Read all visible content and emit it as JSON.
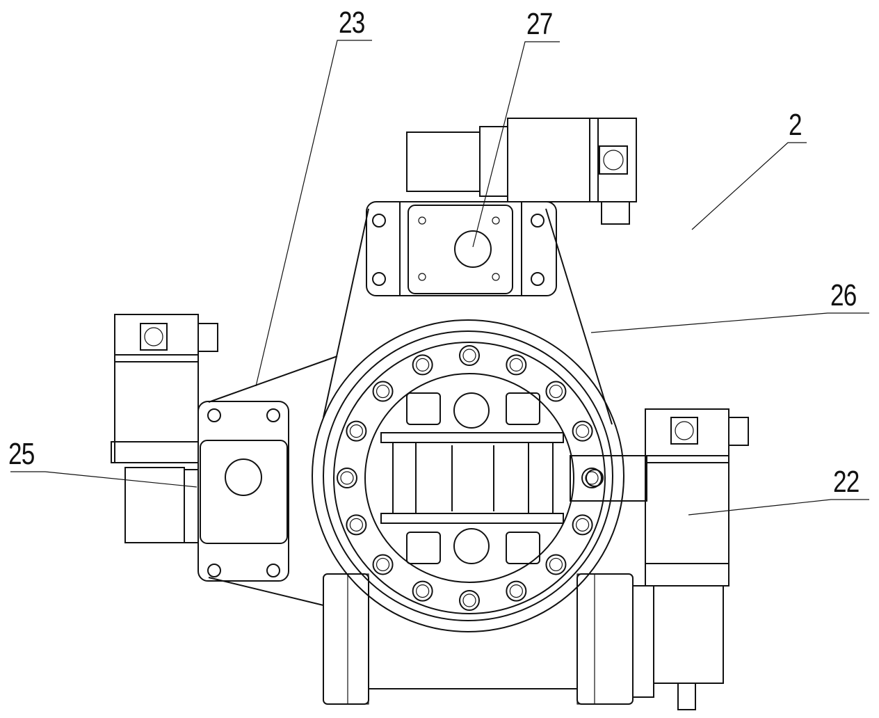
{
  "figure": {
    "type": "mechanical patent drawing",
    "labels": [
      {
        "id": "l23",
        "text": "23"
      },
      {
        "id": "l27",
        "text": "27"
      },
      {
        "id": "l2",
        "text": "2"
      },
      {
        "id": "l26",
        "text": "26"
      },
      {
        "id": "l25",
        "text": "25"
      },
      {
        "id": "l22",
        "text": "22"
      }
    ],
    "bolt_count": 16,
    "line_color": "#111111",
    "background": "#ffffff"
  }
}
